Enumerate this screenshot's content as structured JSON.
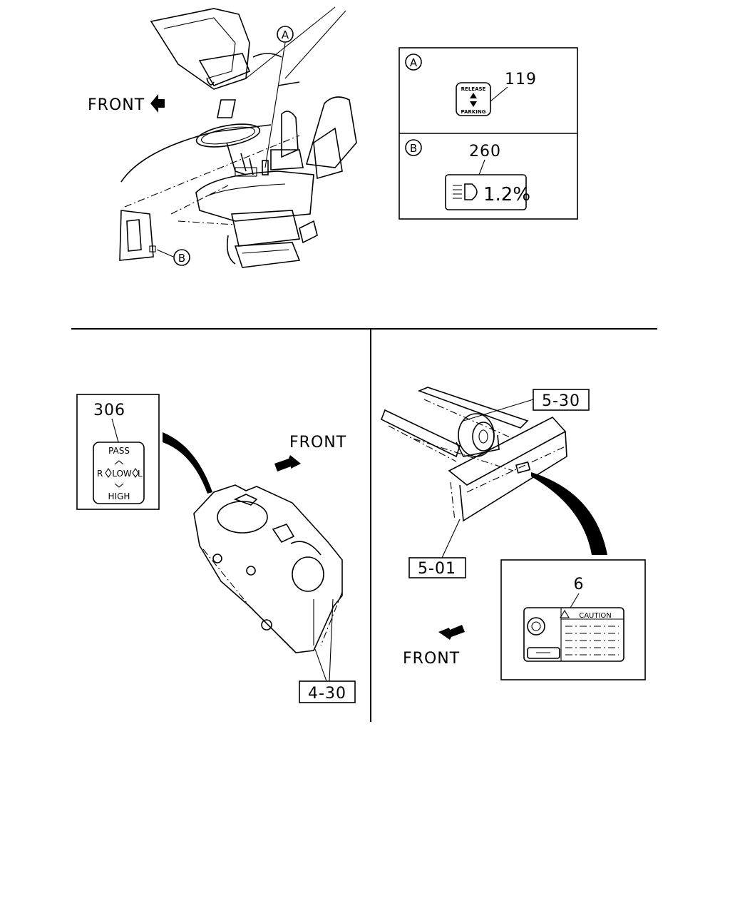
{
  "top_left": {
    "front_label": "FRONT",
    "callout_a": "A",
    "callout_b": "B"
  },
  "legend": {
    "a": {
      "letter": "A",
      "part_no": "119",
      "label_top": "RELEASE",
      "label_bottom": "PARKING"
    },
    "b": {
      "letter": "B",
      "part_no": "260",
      "label_text": "1.2%"
    }
  },
  "bottom_left": {
    "part_no": "306",
    "label_pass": "PASS",
    "label_low": "LOW",
    "label_r": "R",
    "label_l": "L",
    "label_high": "HIGH",
    "front_label": "FRONT",
    "ref": "4-30"
  },
  "bottom_right": {
    "ref_top": "5-30",
    "ref_bottom": "5-01",
    "part_no": "6",
    "caution_text": "CAUTION",
    "front_label": "FRONT"
  }
}
